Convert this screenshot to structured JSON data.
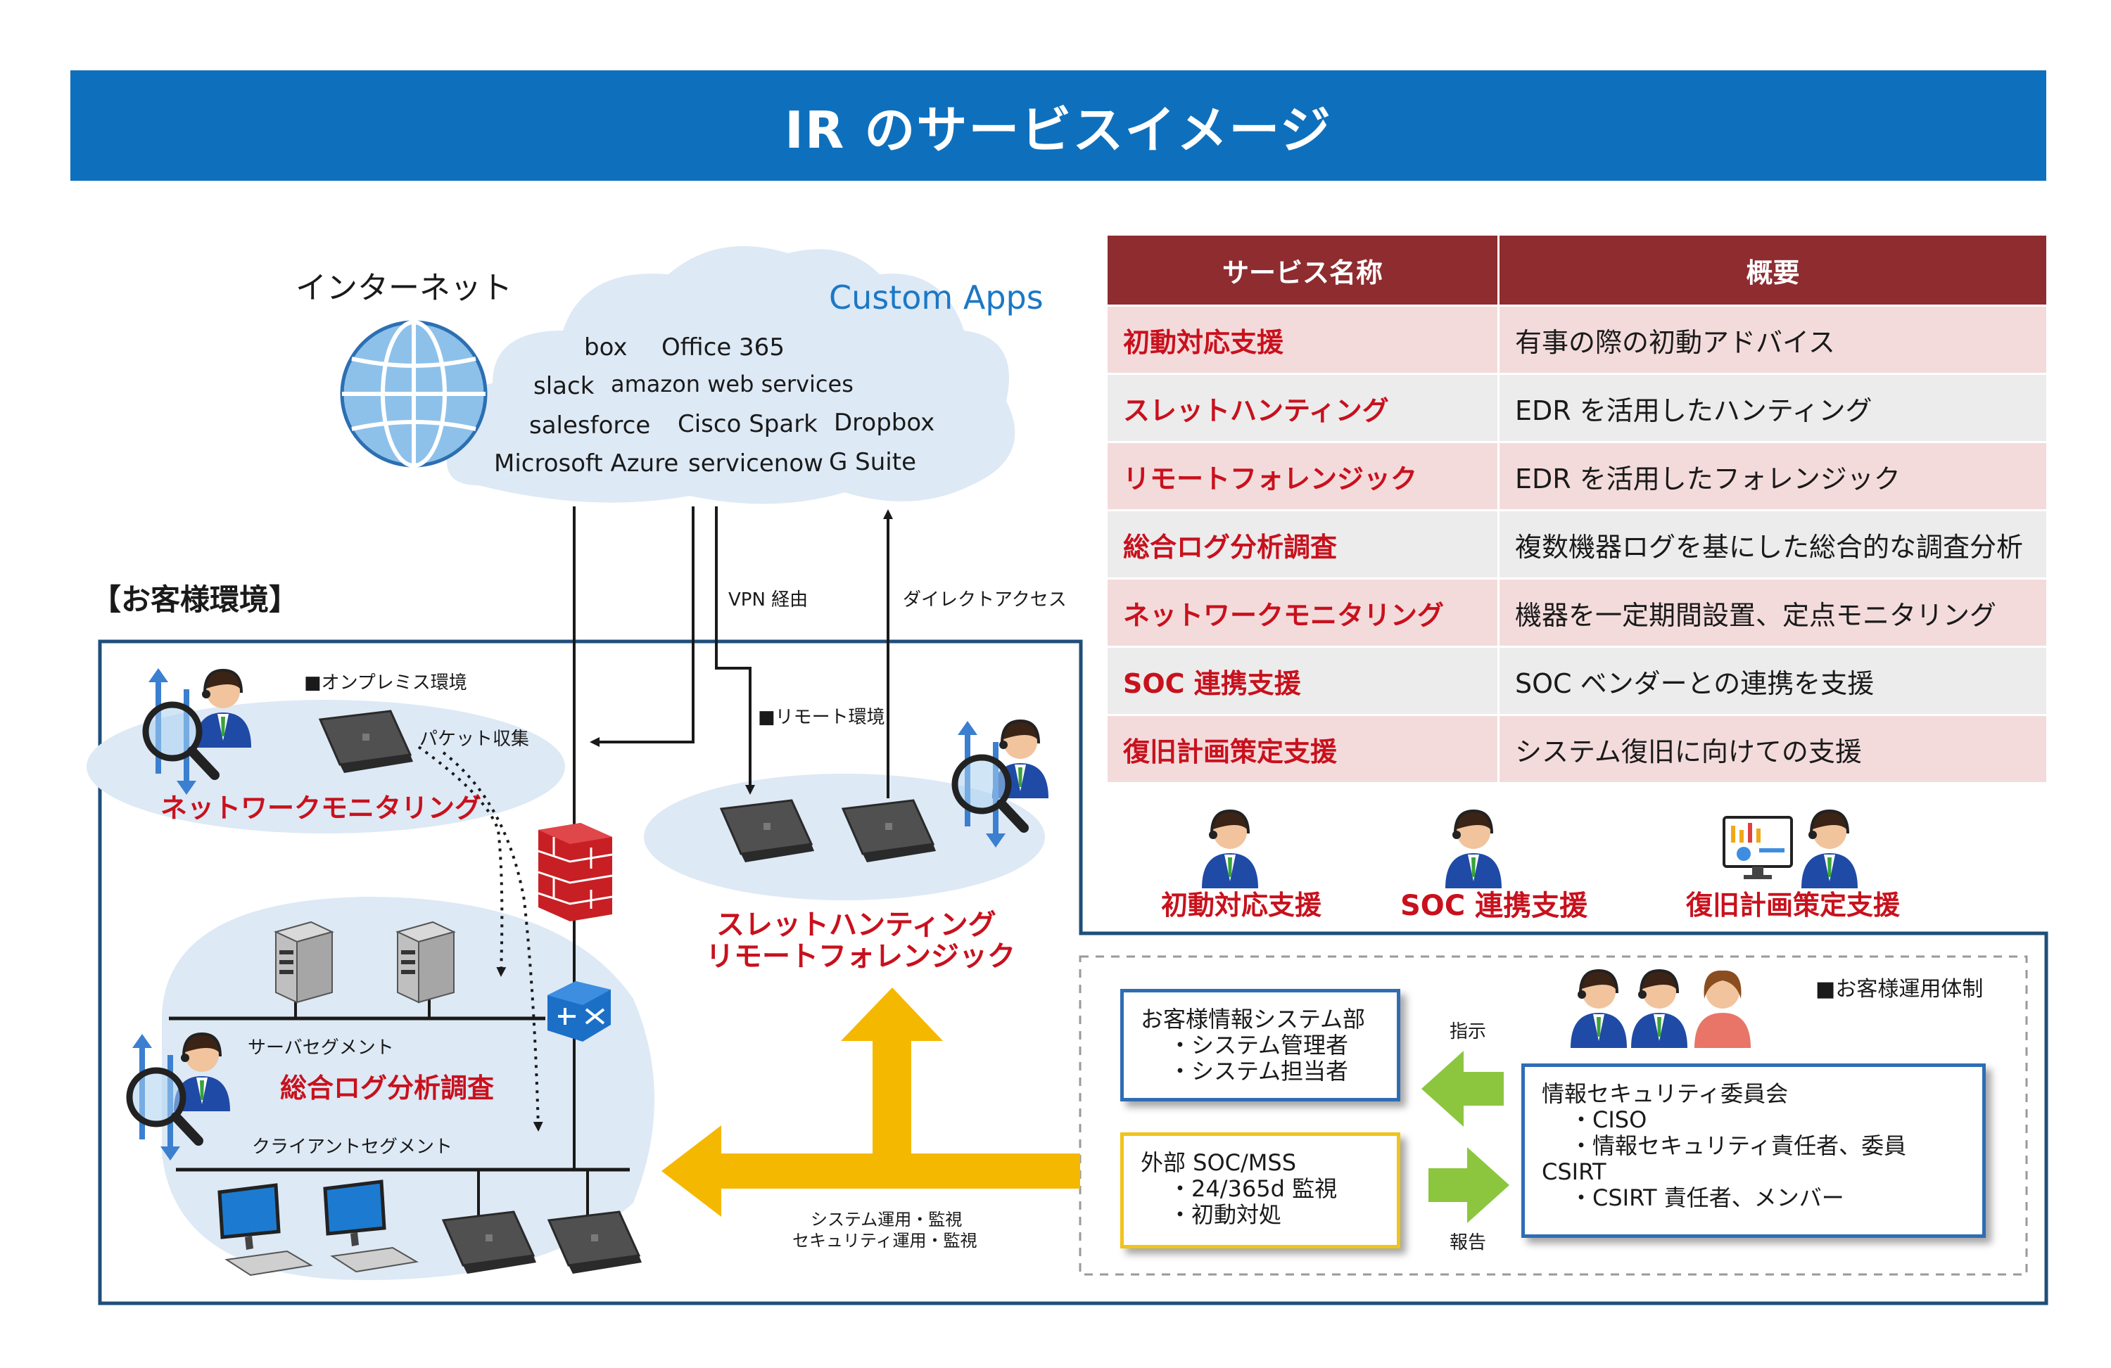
{
  "header": {
    "title": "IR のサービスイメージ"
  },
  "internet": {
    "label": "インターネット",
    "cloud_title": "Custom Apps",
    "apps": [
      "box",
      "Office 365",
      "slack",
      "amazon web services",
      "salesforce",
      "Cisco Spark",
      "Dropbox",
      "Microsoft Azure",
      "servicenow",
      "G Suite"
    ]
  },
  "customer_env": {
    "title": "【お客様環境】",
    "vpn_label": "VPN 経由",
    "direct_label": "ダイレクトアクセス",
    "onprem_label": "■オンプレミス環境",
    "packet_label": "パケット収集",
    "remote_label": "■リモート環境",
    "server_segment": "サーバセグメント",
    "client_segment": "クライアントセグメント",
    "network_monitoring": "ネットワークモニタリング",
    "log_analysis": "総合ログ分析調査",
    "threat_hunting": "スレットハンティング",
    "remote_forensics": "リモートフォレンジック",
    "ops_line1": "システム運用・監視",
    "ops_line2": "セキュリティ運用・監視"
  },
  "service_table": {
    "headers": [
      "サービス名称",
      "概要"
    ],
    "rows": [
      {
        "name": "初動対応支援",
        "desc": "有事の際の初動アドバイス"
      },
      {
        "name": "スレットハンティング",
        "desc": "EDR を活用したハンティング"
      },
      {
        "name": "リモートフォレンジック",
        "desc": "EDR を活用したフォレンジック"
      },
      {
        "name": "総合ログ分析調査",
        "desc": "複数機器ログを基にした総合的な調査分析"
      },
      {
        "name": "ネットワークモニタリング",
        "desc": "機器を一定期間設置、定点モニタリング"
      },
      {
        "name": "SOC 連携支援",
        "desc": "SOC ベンダーとの連携を支援"
      },
      {
        "name": "復旧計画策定支援",
        "desc": "システム復旧に向けての支援"
      }
    ]
  },
  "service_icons": [
    "初動対応支援",
    "SOC 連携支援",
    "復旧計画策定支援"
  ],
  "ops_structure": {
    "title": "■お客様運用体制",
    "instruct": "指示",
    "report": "報告",
    "it_dept": [
      "お客様情報システム部",
      "・システム管理者",
      "・システム担当者"
    ],
    "external_soc": [
      "外部 SOC/MSS",
      "・24/365d 監視",
      "・初動対処"
    ],
    "committee": [
      "情報セキュリティ委員会",
      "・CISO",
      "・情報セキュリティ責任者、委員",
      "CSIRT",
      "・CSIRT 責任者、メンバー"
    ]
  },
  "colors": {
    "banner": "#0e70bd",
    "table_header": "#8e2c30",
    "accent_red": "#c8111d",
    "arrow_yellow": "#f5b800",
    "arrow_green": "#8cc63f",
    "frame": "#1f4e79"
  }
}
